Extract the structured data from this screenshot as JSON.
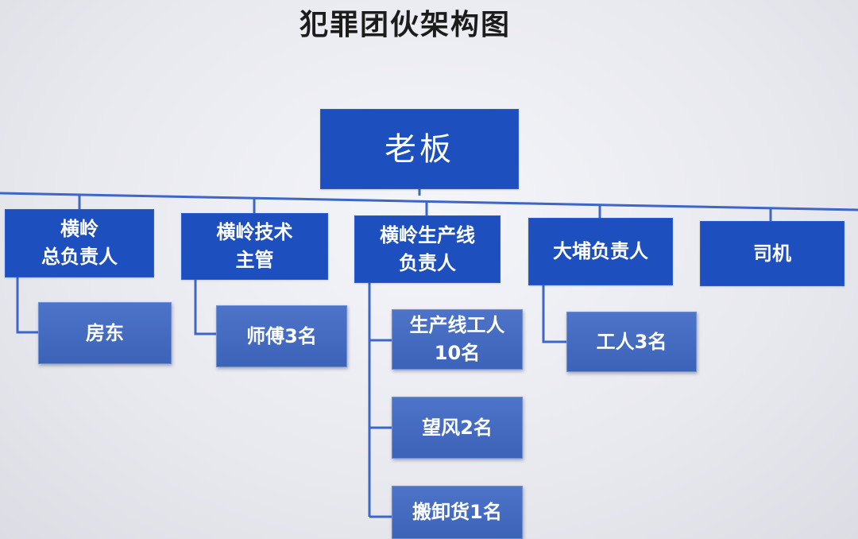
{
  "title": "犯罪团伙架构图",
  "root": {
    "label": "老板"
  },
  "managers": [
    {
      "id": "m1",
      "label": "横岭\n总负责人"
    },
    {
      "id": "m2",
      "label": "横岭技术\n主管"
    },
    {
      "id": "m3",
      "label": "横岭生产线\n负责人"
    },
    {
      "id": "m4",
      "label": "大埔负责人"
    },
    {
      "id": "m5",
      "label": "司机"
    }
  ],
  "subordinates": [
    {
      "parent": "m1",
      "label": "房东"
    },
    {
      "parent": "m2",
      "label": "师傅3名"
    },
    {
      "parent": "m3",
      "label": "生产线工人\n10名"
    },
    {
      "parent": "m3",
      "label": "望风2名"
    },
    {
      "parent": "m3",
      "label": "搬卸货1名"
    },
    {
      "parent": "m4",
      "label": "工人3名"
    }
  ],
  "colors": {
    "manager_box": "#1d4fbe",
    "subordinate_box": "#4568bd",
    "connector": "#3d66c7"
  }
}
